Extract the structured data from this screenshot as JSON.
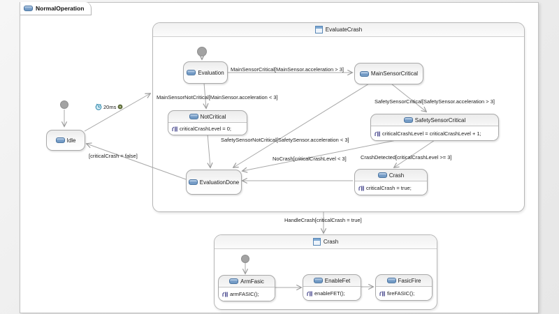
{
  "region_tab": {
    "label": "NormalOperation"
  },
  "composites": {
    "evaluate_crash": {
      "title": "EvaluateCrash"
    },
    "crash": {
      "title": "Crash"
    }
  },
  "states": {
    "idle": {
      "name": "Idle"
    },
    "evaluation": {
      "name": "Evaluation"
    },
    "main_sensor_critical": {
      "name": "MainSensorCritical"
    },
    "not_critical": {
      "name": "NotCritical",
      "action": "criticalCrashLevel = 0;"
    },
    "safety_sensor_critical": {
      "name": "SafetySensorCritical",
      "action": "criticalCrashLevel = criticalCrashLevel + 1;"
    },
    "crash_inner": {
      "name": "Crash",
      "action": "criticalCrash = true;"
    },
    "evaluation_done": {
      "name": "EvaluationDone"
    },
    "arm_fasic": {
      "name": "ArmFasic",
      "action": "armFASIC();"
    },
    "enable_fet": {
      "name": "EnableFet",
      "action": "enableFET();"
    },
    "fasic_fire": {
      "name": "FasicFire",
      "action": "fireFASIC();"
    }
  },
  "transition_labels": {
    "main_sensor_critical": "MainSensorCritical[MainSensor.acceleration > 3]",
    "main_sensor_not_critical": "MainSensorNotCritical[MainSensor.acceleration < 3]",
    "safety_sensor_critical": "SafetySensorCritical[SafetySensor.acceleration > 3]",
    "safety_sensor_not_critical": "SafetySensorNotCritical[SafetySensor.acceleration < 3]",
    "no_crash": "NoCrash[criticalCrashLevel < 3]",
    "crash_detected": "CrashDetected[criticalCrashLevel >= 3]",
    "handle_crash": "HandleCrash[criticalCrash = true]",
    "critical_crash_false": "[criticalCrash = false]",
    "timed": "20ms"
  },
  "icons": {
    "state": "state-icon",
    "composite": "composite-state-icon",
    "entry_action": "entry-action-icon",
    "clock": "clock-icon",
    "event": "event-icon",
    "initial": "initial-state-dot"
  },
  "colors": {
    "accent_blue": "#4e7fb8",
    "line_gray": "#a8a8a8",
    "entry_icon_blue": "#4a4a8f",
    "canvas_background": "#ffffff",
    "workbench_background": "#ededed"
  }
}
